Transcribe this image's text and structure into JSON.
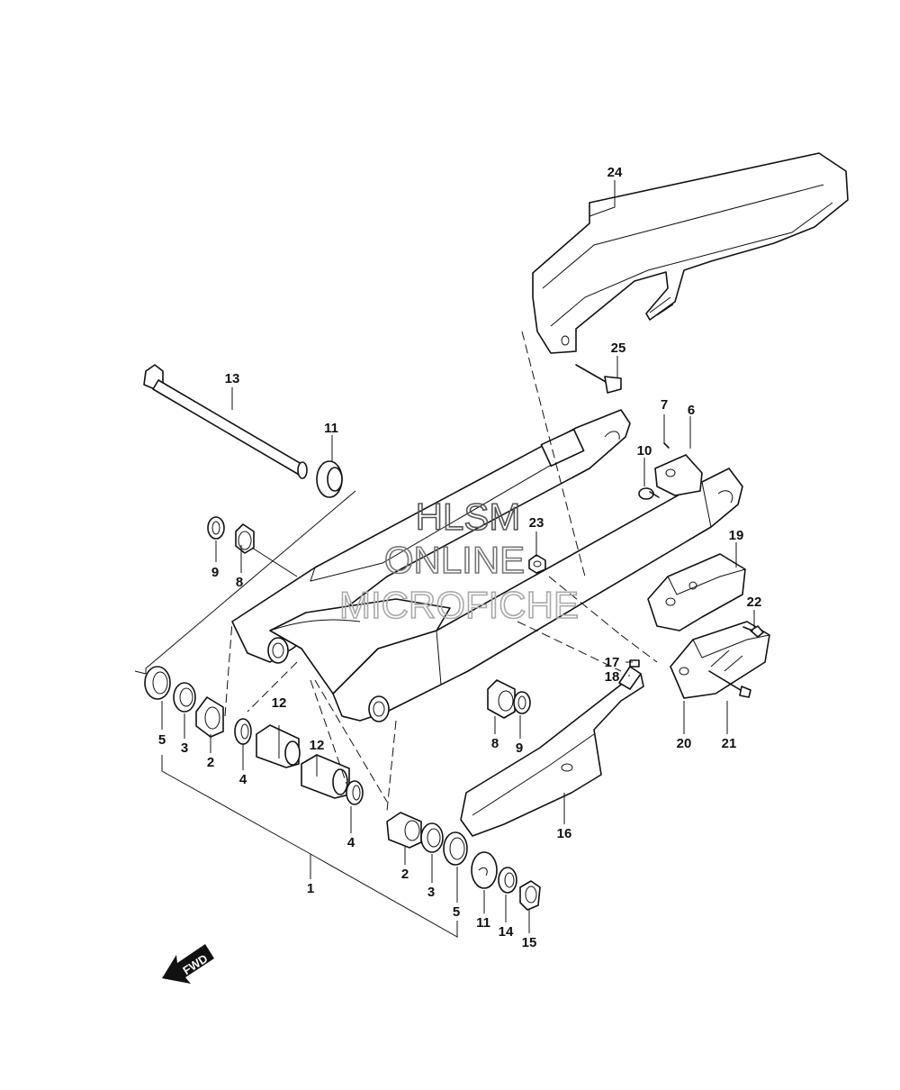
{
  "watermark": {
    "line1": "HLSM",
    "line2": "ONLINE",
    "line3": "MICROFICHE"
  },
  "fwd_label": "FWD",
  "callouts": [
    {
      "id": "c24",
      "text": "24"
    },
    {
      "id": "c25",
      "text": "25"
    },
    {
      "id": "c13",
      "text": "13"
    },
    {
      "id": "c11a",
      "text": "11"
    },
    {
      "id": "c7",
      "text": "7"
    },
    {
      "id": "c6",
      "text": "6"
    },
    {
      "id": "c10",
      "text": "10"
    },
    {
      "id": "c23",
      "text": "23"
    },
    {
      "id": "c9a",
      "text": "9"
    },
    {
      "id": "c8a",
      "text": "8"
    },
    {
      "id": "c19",
      "text": "19"
    },
    {
      "id": "c22",
      "text": "22"
    },
    {
      "id": "c17",
      "text": "17"
    },
    {
      "id": "c18",
      "text": "18"
    },
    {
      "id": "c5a",
      "text": "5"
    },
    {
      "id": "c3a",
      "text": "3"
    },
    {
      "id": "c2a",
      "text": "2"
    },
    {
      "id": "c12a",
      "text": "12"
    },
    {
      "id": "c12b",
      "text": "12"
    },
    {
      "id": "c4a",
      "text": "4"
    },
    {
      "id": "c8b",
      "text": "8"
    },
    {
      "id": "c9b",
      "text": "9"
    },
    {
      "id": "c20",
      "text": "20"
    },
    {
      "id": "c21",
      "text": "21"
    },
    {
      "id": "c4b",
      "text": "4"
    },
    {
      "id": "c16",
      "text": "16"
    },
    {
      "id": "c2b",
      "text": "2"
    },
    {
      "id": "c3b",
      "text": "3"
    },
    {
      "id": "c1",
      "text": "1"
    },
    {
      "id": "c5b",
      "text": "5"
    },
    {
      "id": "c11b",
      "text": "11"
    },
    {
      "id": "c14",
      "text": "14"
    },
    {
      "id": "c15",
      "text": "15"
    }
  ]
}
